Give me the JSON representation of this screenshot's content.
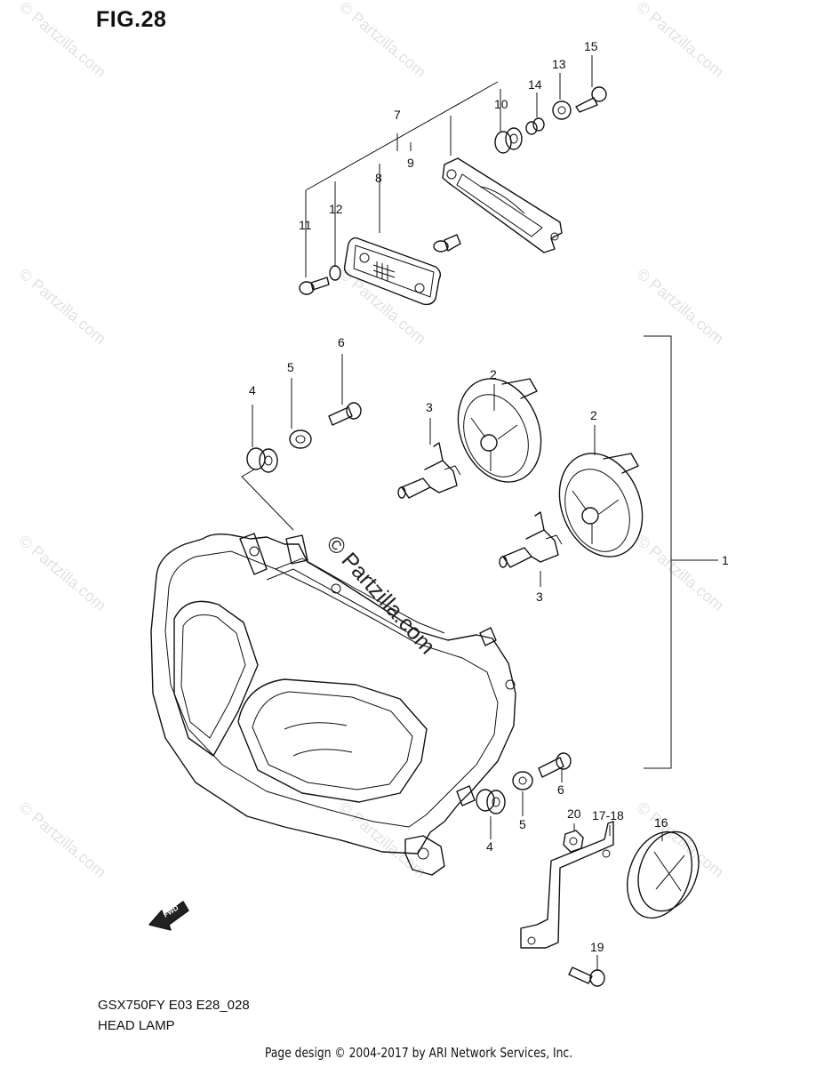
{
  "figure": {
    "title": "FIG.28",
    "model_code": "GSX750FY E03 E28_028",
    "assembly_name": "HEAD LAMP",
    "credit": "Page design © 2004-2017 by ARI Network Services, Inc."
  },
  "watermark": {
    "main_text": "© Partzilla.com",
    "repeat_text": "© Partzilla.com"
  },
  "fwd_label": "FWD",
  "callouts": {
    "c1": "1",
    "c2a": "2",
    "c2b": "2",
    "c3a": "3",
    "c3b": "3",
    "c4a": "4",
    "c4b": "4",
    "c5a": "5",
    "c5b": "5",
    "c6a": "6",
    "c6b": "6",
    "c7": "7",
    "c8": "8",
    "c9": "9",
    "c10": "10",
    "c11": "11",
    "c12": "12",
    "c13": "13",
    "c14": "14",
    "c15": "15",
    "c16": "16",
    "c17_18": "17-18",
    "c19": "19",
    "c20": "20"
  },
  "colors": {
    "line": "#111111",
    "watermark": "#e2e2e2",
    "background": "#ffffff"
  }
}
